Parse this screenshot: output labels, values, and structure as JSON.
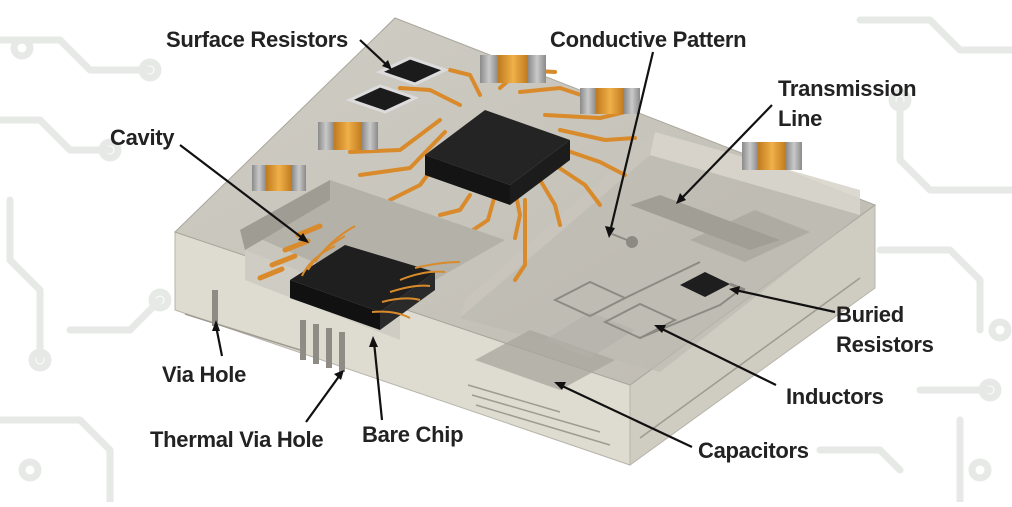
{
  "colors": {
    "background": "#ffffff",
    "circuit_pattern": "#e8ebe8",
    "substrate_top": "#c7c4bc",
    "substrate_side": "#dcd9cf",
    "chip": "#222222",
    "trace": "#d98a2b",
    "label_text": "#222222",
    "leader_line": "#111111"
  },
  "labels": {
    "surface_resistors": "Surface Resistors",
    "conductive_pattern": "Conductive Pattern",
    "transmission_line": [
      "Transmission",
      "Line"
    ],
    "cavity": "Cavity",
    "buried_resistors": [
      "Buried",
      "Resistors"
    ],
    "inductors": "Inductors",
    "capacitors": "Capacitors",
    "via_hole": "Via Hole",
    "thermal_via_hole": "Thermal Via Hole",
    "bare_chip": "Bare Chip"
  }
}
